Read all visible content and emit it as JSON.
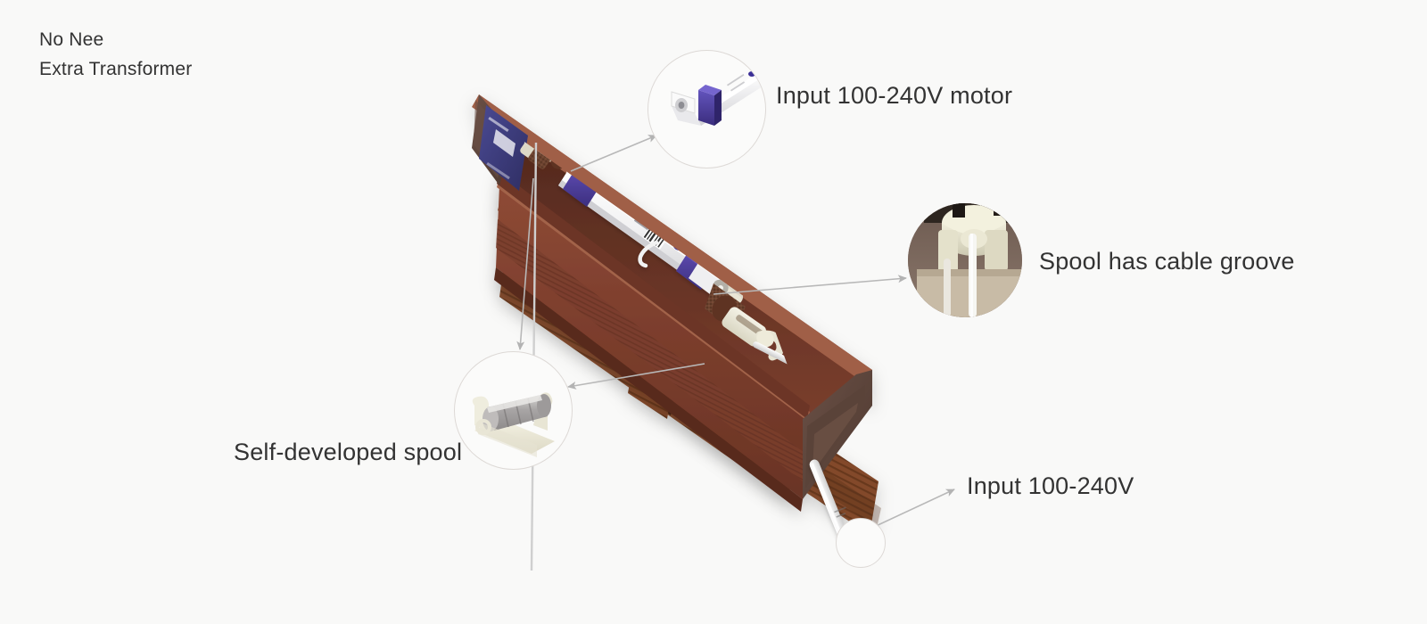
{
  "background_color": "#f9f9f8",
  "header": {
    "line1": "No Nee",
    "line2": "Extra Transformer"
  },
  "callouts": [
    {
      "id": "motor",
      "label": "Input 100-240V motor",
      "icon": "tubular-motor-photo",
      "description": "White tubular motor with purple mounting collar",
      "colors": {
        "body": "#f2f2f3",
        "collar": "#4a3a95"
      }
    },
    {
      "id": "groove",
      "label": "Spool has cable groove",
      "icon": "spool-groove-photo",
      "description": "Close-up of cream spool with cable groove inside brown rail",
      "colors": {
        "spool": "#e8e6d2",
        "rail": "#7d6a60"
      }
    },
    {
      "id": "spool",
      "label": "Self-developed spool",
      "icon": "spool-assembly-photo",
      "description": "Cylindrical spool seated in cream cradle bracket",
      "colors": {
        "cradle": "#ece9dc",
        "drum": "#b9b6b5"
      }
    },
    {
      "id": "input",
      "label": "Input 100-240V",
      "icon": "power-cable",
      "description": "White power cable exiting the bottom of the headrail",
      "colors": {
        "cable": "#efefef"
      }
    }
  ],
  "product": {
    "name": "motorized-wood-blind-headrail",
    "headrail_color": "#7a3f2e",
    "endcap_color": "#5c4338",
    "slat_color": "#8a5230",
    "motor_color": "#f4f4f5",
    "bracket_color": "#4a3a95",
    "tape_color": "#6b4230",
    "sticker_color": "#3b3a7a"
  }
}
